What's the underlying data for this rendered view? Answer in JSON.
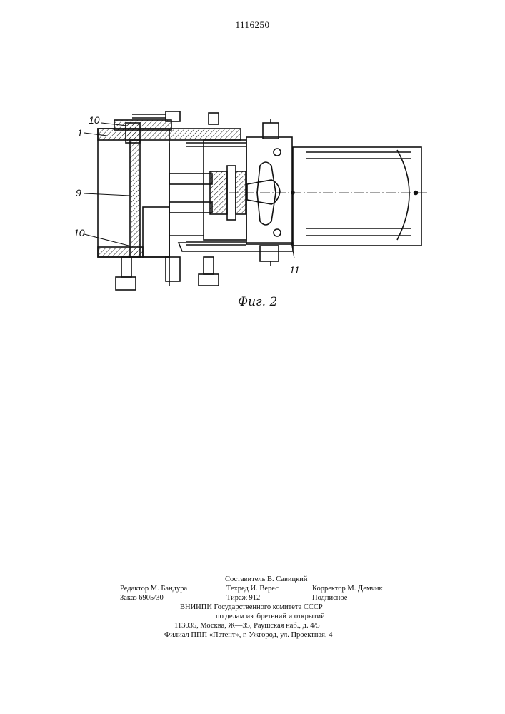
{
  "page_number": "1116250",
  "figure": {
    "caption": "Фиг. 2",
    "callouts": {
      "part_10_top": "10",
      "part_1": "1",
      "part_9": "9",
      "part_10_bottom": "10",
      "part_11": "11"
    }
  },
  "imprint": {
    "compiler": "Составитель В. Савицкий",
    "editor": "Редактор М. Бандура",
    "tech_editor": "Техред И. Верес",
    "proofreader": "Корректор М. Демчик",
    "order": "Заказ 6905/30",
    "circulation": "Тираж 912",
    "subscription": "Подписное",
    "org_line1": "ВНИИПИ Государственного комитета СССР",
    "org_line2": "по делам изобретений и открытий",
    "address": "113035, Москва, Ж—35, Раушская наб., д. 4/5",
    "branch": "Филиал ППП «Патент», г. Ужгород, ул. Проектная, 4"
  }
}
